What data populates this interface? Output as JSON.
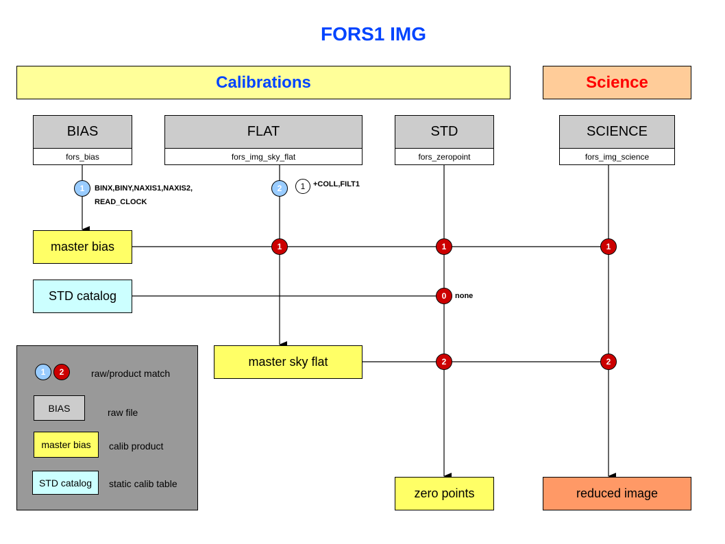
{
  "title": "FORS1 IMG",
  "sections": {
    "calibrations": "Calibrations",
    "science": "Science"
  },
  "raw_frames": [
    {
      "name": "BIAS",
      "recipe": "fors_bias"
    },
    {
      "name": "FLAT",
      "recipe": "fors_img_sky_flat"
    },
    {
      "name": "STD",
      "recipe": "fors_zeropoint"
    },
    {
      "name": "SCIENCE",
      "recipe": "fors_img_science"
    }
  ],
  "products": {
    "master_bias": "master bias",
    "std_catalog": "STD catalog",
    "master_sky_flat": "master sky flat",
    "zero_points": "zero points",
    "reduced_image": "reduced image"
  },
  "match_keys": [
    {
      "id": "1",
      "keywords_line1": "BINX,BINY,NAXIS1,NAXIS2,",
      "keywords_line2": "READ_CLOCK"
    },
    {
      "id": "2",
      "ref": "1",
      "keywords": "+COLL,FILT1"
    },
    {
      "id": "0",
      "keywords": "none"
    }
  ],
  "junctions": {
    "flat_master_bias": "1",
    "std_master_bias": "1",
    "science_master_bias": "1",
    "std_catalog": "0",
    "std_master_sky_flat": "2",
    "science_master_sky_flat": "2"
  },
  "legend": {
    "dot1": "1",
    "dot2": "2",
    "match_label": "raw/product match",
    "raw_sample": "BIAS",
    "raw_label": "raw file",
    "calib_sample": "master bias",
    "calib_label": "calib product",
    "static_sample": "STD catalog",
    "static_label": "static calib table"
  },
  "colors": {
    "title": "#0044ff",
    "science_title": "#ff0000",
    "calib_band": "#ffff99",
    "science_band": "#ffcc99",
    "raw_header": "#cccccc",
    "calib_product": "#ffff66",
    "static_table": "#ccffff",
    "science_product": "#ff9966",
    "raw_match": "#99ccff",
    "product_match": "#cc0000",
    "legend_bg": "#999999"
  }
}
